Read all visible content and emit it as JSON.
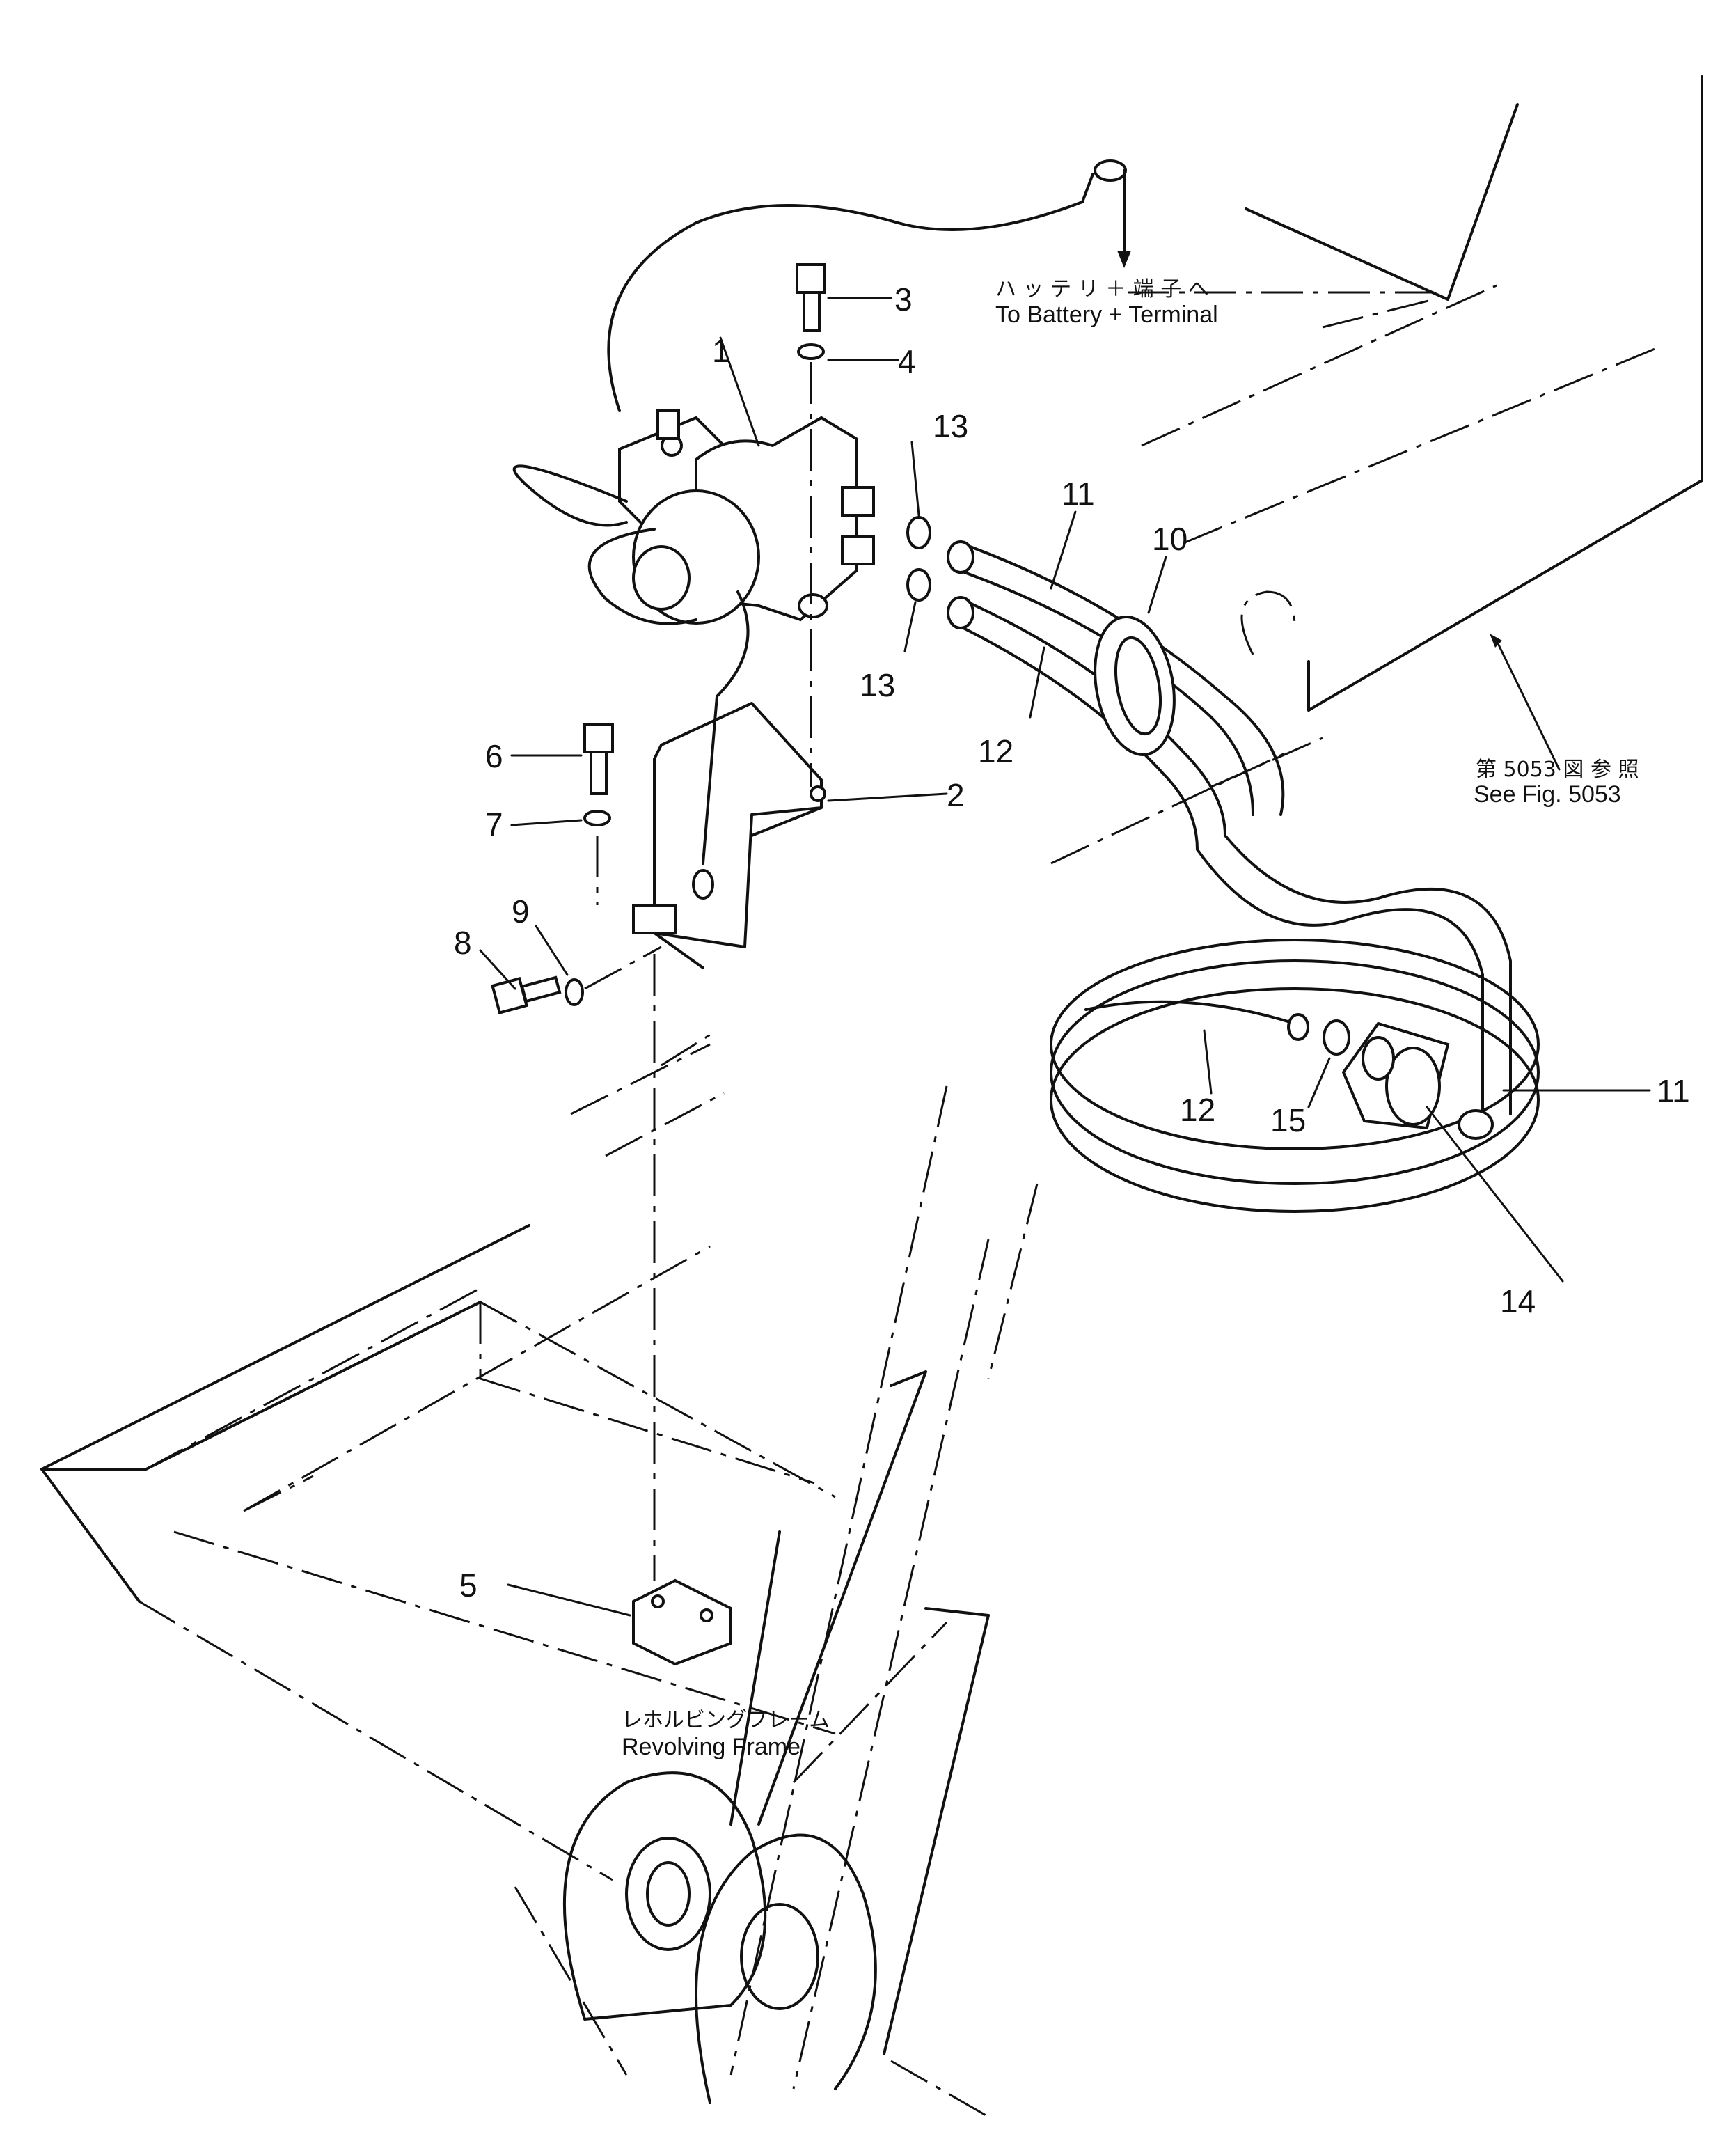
{
  "callouts": {
    "n1": "1",
    "n2": "2",
    "n3": "3",
    "n4": "4",
    "n5": "5",
    "n6": "6",
    "n7": "7",
    "n8": "8",
    "n9": "9",
    "n10": "10",
    "n11a": "11",
    "n11b": "11",
    "n12a": "12",
    "n12b": "12",
    "n13a": "13",
    "n13b": "13",
    "n14": "14",
    "n15": "15"
  },
  "notes": {
    "battery_jp": "ハ ッ テ リ ＋ 端 子 へ",
    "battery_en": "To Battery  +  Terminal",
    "fig_jp": "第 5053 図 参 照",
    "fig_en": "See Fig. 5053",
    "frame_jp": "レホルビングフレーム",
    "frame_en": "Revolving  Frame"
  }
}
